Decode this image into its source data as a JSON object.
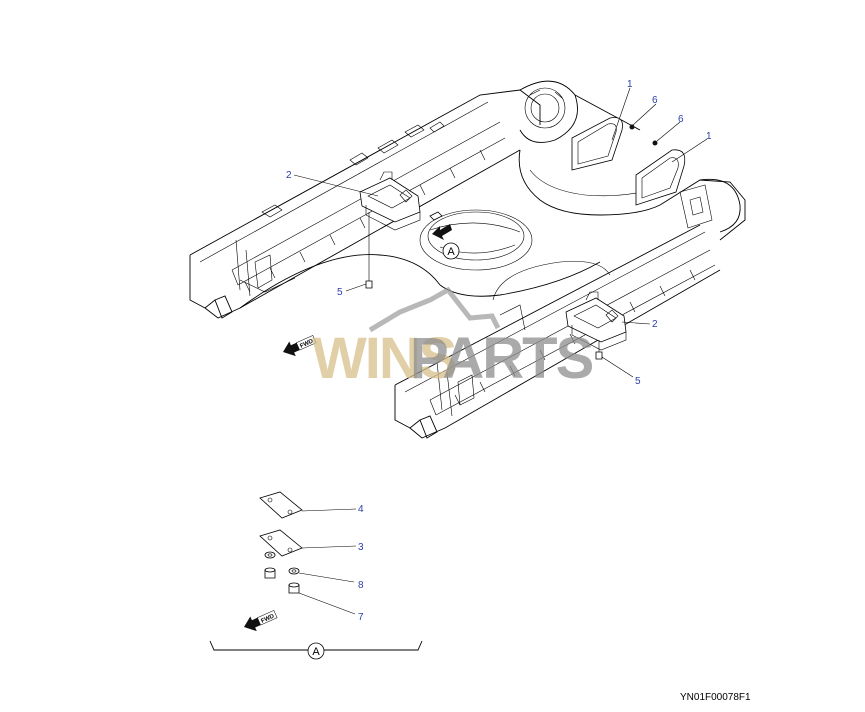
{
  "callouts": {
    "c1a": "1",
    "c1b": "1",
    "c6a": "6",
    "c6b": "6",
    "c2a": "2",
    "c2b": "2",
    "c5a": "5",
    "c5b": "5",
    "c4": "4",
    "c3": "3",
    "c8": "8",
    "c7": "7"
  },
  "view_label_main": "A",
  "view_label_detail": "A",
  "fwd_label_main": "FWD",
  "fwd_label_detail": "FWD",
  "watermark": {
    "part1": "WINS",
    "part2": "PARTS"
  },
  "drawing_code": "YN01F00078F1"
}
